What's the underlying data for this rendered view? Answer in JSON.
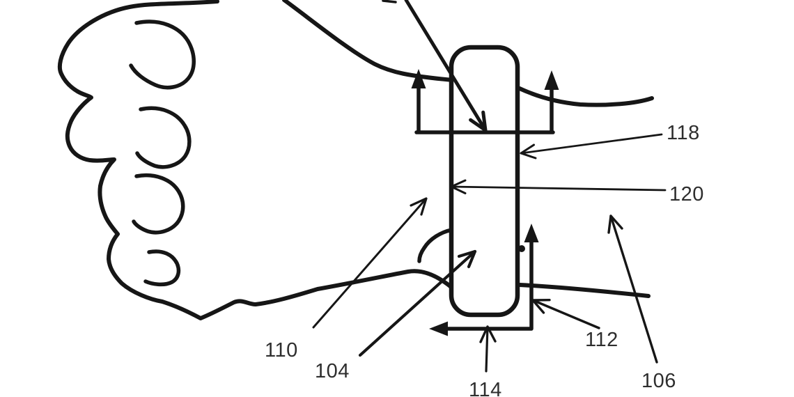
{
  "figure": {
    "description": "Patent-style black line drawing of a clenched fist wearing a wrist-worn band device, with numbered callout arrows, a bracket-shaped width indicator at the top and an L-shaped double motion arrow at the bottom",
    "ink_color": "#161616",
    "label_color": "#2e2e2e",
    "background_color": "#ffffff"
  },
  "labels": {
    "118": "118",
    "120": "120",
    "110": "110",
    "104": "104",
    "114": "114",
    "112": "112",
    "106": "106"
  }
}
